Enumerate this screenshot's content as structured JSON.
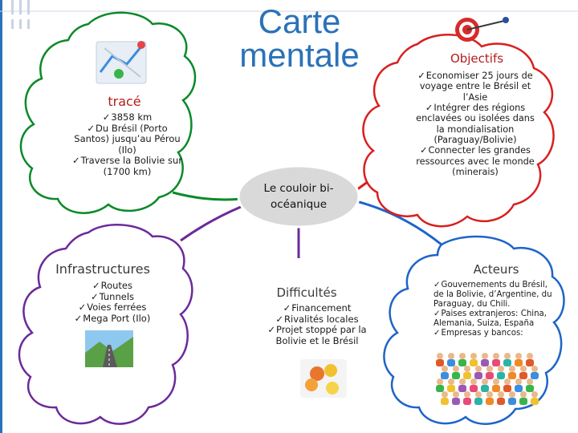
{
  "title": "Carte mentale",
  "center": {
    "label": "Le couloir bi-océanique"
  },
  "trace": {
    "heading": "tracé",
    "items": [
      "3858 km",
      "Du Brésil (Porto Santos) jusqu’au Pérou (Ilo)",
      "Traverse la Bolivie sur (1700 km)"
    ]
  },
  "objectifs": {
    "heading": "Objectifs",
    "items": [
      "Economiser 25 jours de voyage entre le Brésil et l’Asie",
      "Intégrer des régions enclavées ou isolées dans la mondialisation (Paraguay/Bolivie)",
      "Connecter les grandes ressources avec le monde (minerais)"
    ]
  },
  "infrastructures": {
    "heading": "Infrastructures",
    "items": [
      "Routes",
      "Tunnels",
      "Voies ferrées",
      "Mega Port (Ilo)"
    ]
  },
  "difficultes": {
    "heading": "Difficultés",
    "items": [
      "Financement",
      "Rivalités locales",
      "Projet stoppé par la Bolivie et le Brésil"
    ]
  },
  "acteurs": {
    "heading": "Acteurs",
    "items": [
      "Gouvernements du Brésil, de la Bolivie, d’Argentine, du Paraguay, du Chili.",
      "Paises extranjeros: China, Alemania, Suiza, España",
      "Empresas y bancos:"
    ]
  },
  "colors": {
    "title": "#2a72b8",
    "trace_branch": "#0a8a2a",
    "objectifs_branch": "#d81f1f",
    "infrastructures_branch": "#6b2a9a",
    "acteurs_branch": "#1e64c8",
    "center_fill": "#d9d9d9"
  },
  "icons": {
    "trace": "map-route-icon",
    "objectifs": "target-dart-icon",
    "infrastructures": "road-landscape-icon",
    "difficultes": "question-bubbles-icon",
    "acteurs": "crowd-people-icon"
  }
}
